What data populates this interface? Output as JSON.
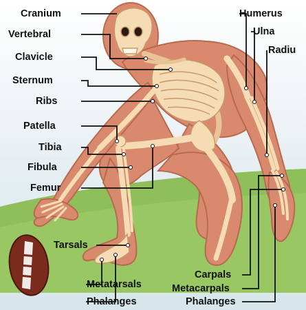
{
  "labels": {
    "cranium": "Cranium",
    "vertebral": "Vertebral",
    "clavicle": "Clavicle",
    "sternum": "Sternum",
    "ribs": "Ribs",
    "patella": "Patella",
    "tibia": "Tibia",
    "fibula": "Fibula",
    "femur": "Femur",
    "tarsals": "Tarsals",
    "metatarsals": "Metatarsals",
    "phalanges_foot": "Phalanges",
    "humerus": "Humerus",
    "ulna": "Ulna",
    "radius": "Radiu",
    "carpals": "Carpals",
    "metacarpals": "Metacarpals",
    "phalanges_hand": "Phalanges"
  },
  "colors": {
    "body_fill": "#d98a6e",
    "body_outline": "#b86a50",
    "bone": "#f6dcb4",
    "bone_outline": "#c89a6a",
    "ground": "#8fbf5a",
    "sky": "#dfeaf0",
    "football": "#7a2b1e",
    "leader_line": "#111111"
  }
}
